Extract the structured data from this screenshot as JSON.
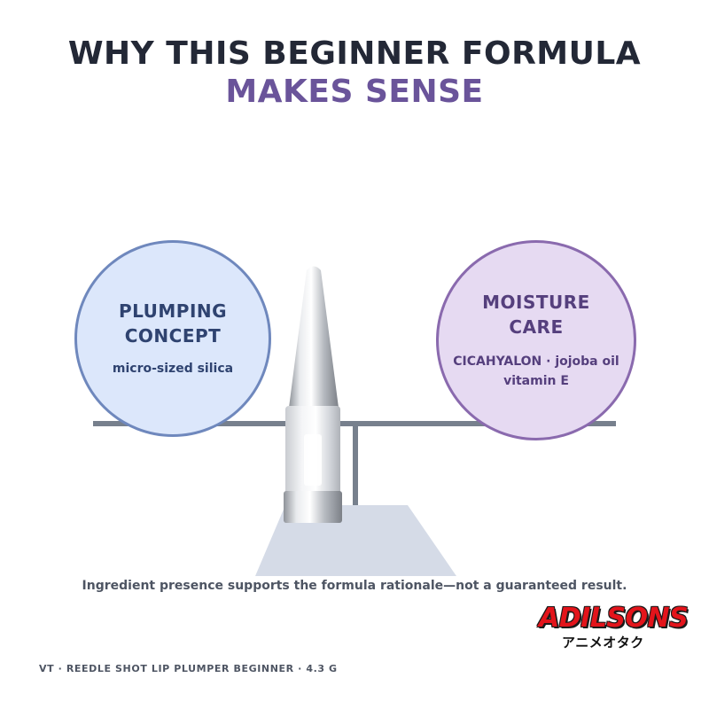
{
  "headline": {
    "line1": "WHY THIS BEGINNER FORMULA",
    "line2": "MAKES SENSE"
  },
  "left_circle": {
    "heading_line1": "PLUMPING",
    "heading_line2": "CONCEPT",
    "detail_line1": "micro-sized silica"
  },
  "right_circle": {
    "heading_line1": "MOISTURE",
    "heading_line2": "CARE",
    "detail_line1": "CICAHYALON · jojoba oil",
    "detail_line2": "vitamin E"
  },
  "disclaimer": "Ingredient presence supports the formula rationale—not a guaranteed result.",
  "footer": "VT · REEDLE SHOT LIP PLUMPER BEGINNER · 4.3 G",
  "logo": {
    "word": "ADILSONS",
    "sub": "アニメオタク"
  },
  "colors": {
    "title_dark": "#232836",
    "title_purple": "#6a549a",
    "left_fill": "#dce7fb",
    "left_stroke": "#6f88bd",
    "right_fill": "#e6daf2",
    "right_stroke": "#8a6aae",
    "scale_bar": "#77808d",
    "scale_base": "#d5dbe7"
  }
}
